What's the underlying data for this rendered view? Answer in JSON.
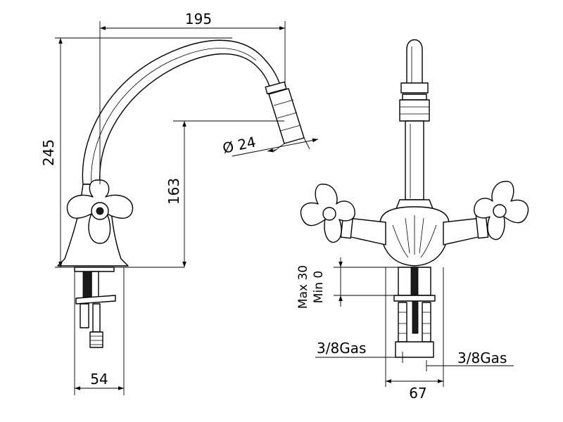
{
  "dimensions": {
    "spout_reach": "195",
    "total_height": "245",
    "spout_outlet_height": "163",
    "outlet_diameter": "Ø 24",
    "base_width": "54",
    "max_thickness": "Max 30",
    "min_thickness": "Min 0",
    "inlet_left": "3/8Gas",
    "inlet_right": "3/8Gas",
    "inlet_spacing": "67"
  }
}
